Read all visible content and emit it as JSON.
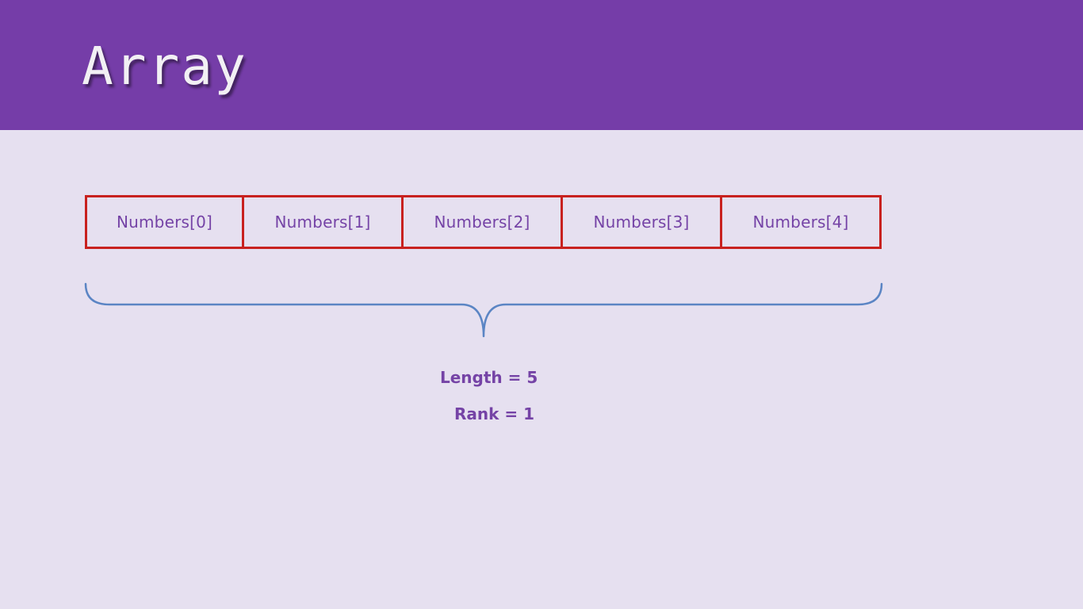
{
  "header": {
    "title": "Array"
  },
  "array": {
    "cells": [
      "Numbers[0]",
      "Numbers[1]",
      "Numbers[2]",
      "Numbers[3]",
      "Numbers[4]"
    ]
  },
  "info": {
    "length": "Length = 5",
    "rank": "Rank = 1"
  },
  "colors": {
    "header_bg": "#753da8",
    "page_bg": "#e6e0f0",
    "cell_border": "#c8211f",
    "text": "#7543a6",
    "brace": "#5b85c4"
  }
}
